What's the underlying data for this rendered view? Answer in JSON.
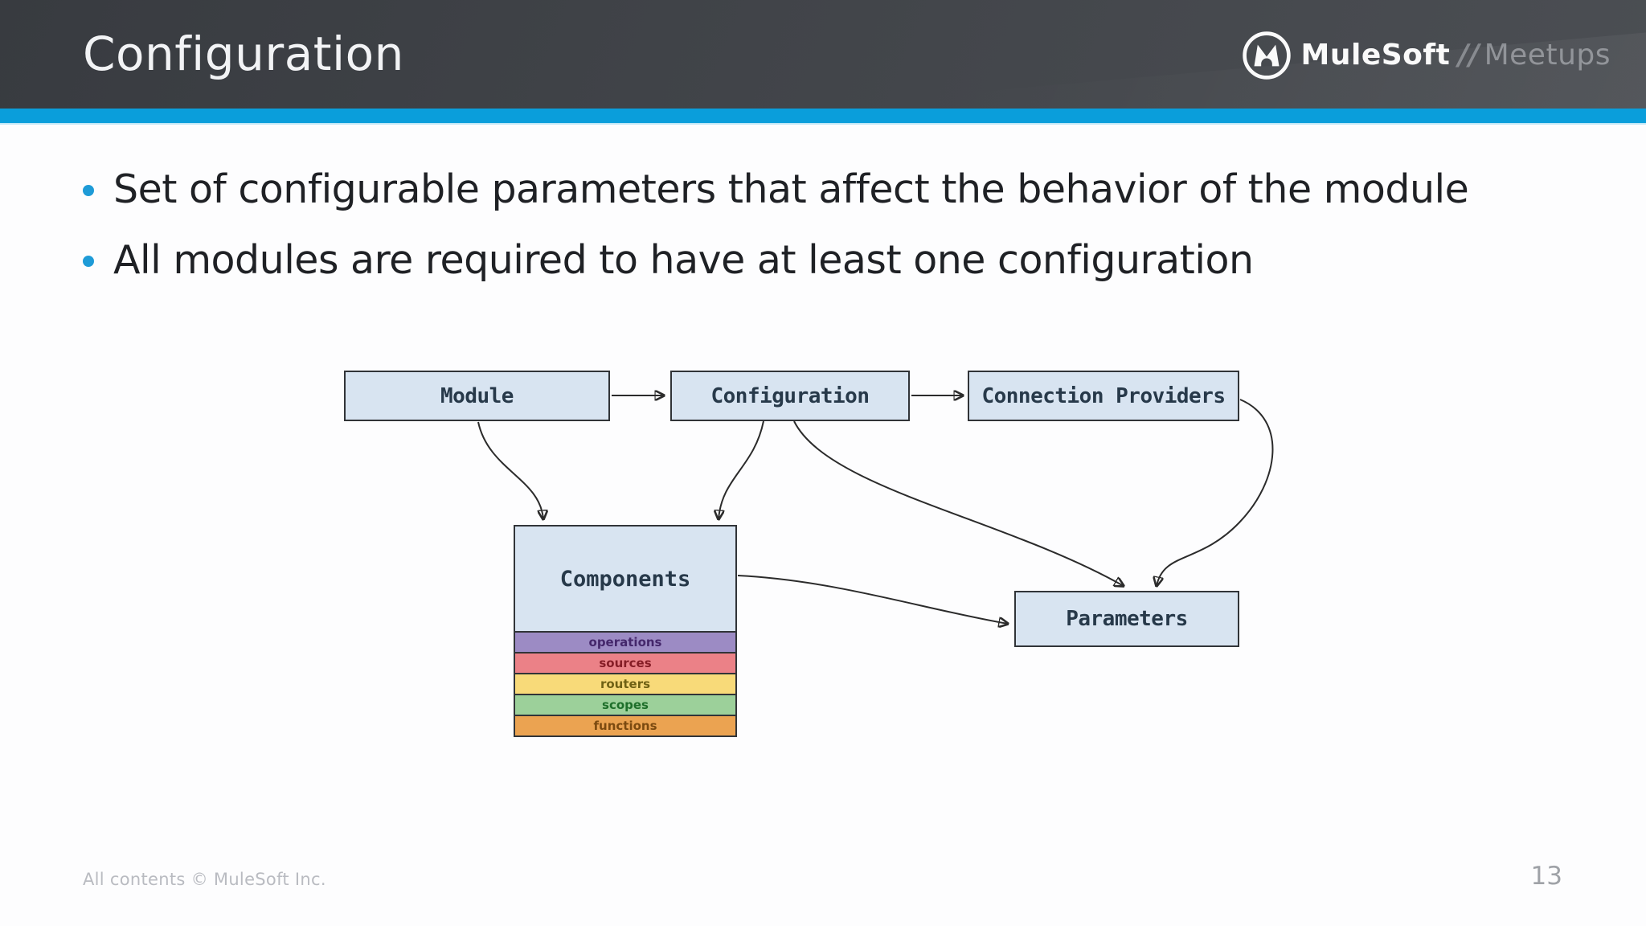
{
  "header": {
    "title": "Configuration",
    "accent_color": "#0a9edb",
    "background_color": "#42454a",
    "logo": {
      "brand": "MuleSoft",
      "separator": "//",
      "suffix": "Meetups"
    }
  },
  "bullets": [
    "Set of configurable parameters that affect the behavior of the module",
    "All modules are required to have at least one configuration"
  ],
  "diagram": {
    "box_fill": "#d8e4f1",
    "box_border": "#313438",
    "arrow_color": "#2b2b2b",
    "boxes": [
      {
        "id": "module",
        "label": "Module"
      },
      {
        "id": "configuration",
        "label": "Configuration"
      },
      {
        "id": "connection-providers",
        "label": "Connection Providers"
      },
      {
        "id": "components",
        "label": "Components"
      },
      {
        "id": "parameters",
        "label": "Parameters"
      }
    ],
    "component_layers": [
      {
        "label": "operations",
        "fill": "#9c8bc4",
        "text_color": "#44276b"
      },
      {
        "label": "sources",
        "fill": "#eb8187",
        "text_color": "#861d26"
      },
      {
        "label": "routers",
        "fill": "#f8da79",
        "text_color": "#6f6114"
      },
      {
        "label": "scopes",
        "fill": "#9cd09a",
        "text_color": "#1e6f2a"
      },
      {
        "label": "functions",
        "fill": "#eba351",
        "text_color": "#7b4a10"
      }
    ],
    "edges": [
      {
        "from": "Module",
        "to": "Configuration"
      },
      {
        "from": "Configuration",
        "to": "Connection Providers"
      },
      {
        "from": "Module",
        "to": "Components"
      },
      {
        "from": "Configuration",
        "to": "Components"
      },
      {
        "from": "Configuration",
        "to": "Parameters"
      },
      {
        "from": "Connection Providers",
        "to": "Parameters"
      },
      {
        "from": "Components",
        "to": "Parameters"
      }
    ]
  },
  "footer": {
    "copyright": "All contents © MuleSoft Inc.",
    "page_number": "13"
  }
}
